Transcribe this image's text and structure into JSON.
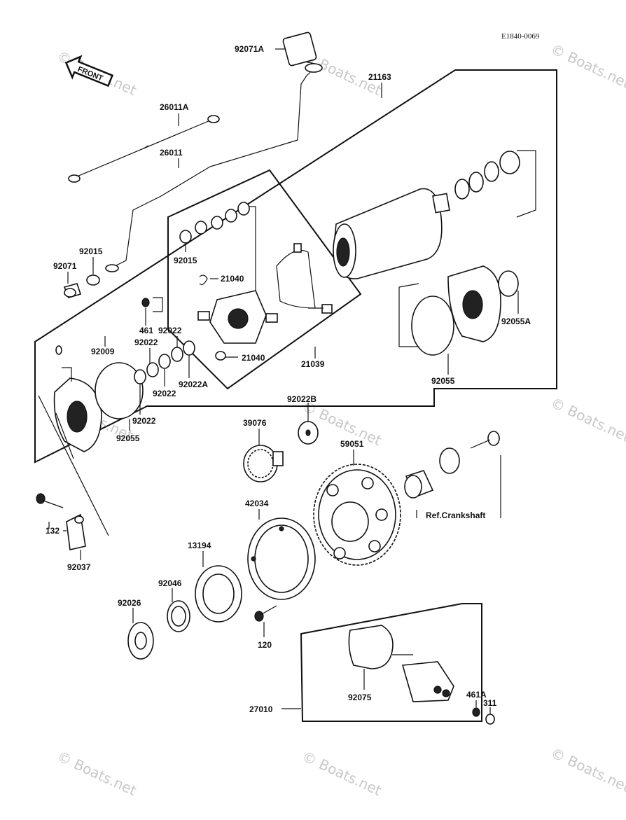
{
  "diagram_code": "E1840-0069",
  "front_arrow_label": "FRONT",
  "reference_label": "Ref.Crankshaft",
  "watermark_text": "© Boats.net",
  "colors": {
    "line": "#111111",
    "background": "#ffffff",
    "watermark": "#c8c8c8"
  },
  "parts": {
    "p92071A": "92071A",
    "p21163": "21163",
    "p26011A": "26011A",
    "p26011": "26011",
    "p92015a": "92015",
    "p92071": "92071",
    "p92015b": "92015",
    "p21040a": "21040",
    "p461": "461",
    "p92022a": "92022",
    "p92022b": "92022",
    "p92009": "92009",
    "p21040b": "21040",
    "p21039": "21039",
    "p92022c": "92022",
    "p92022A": "92022A",
    "p92022d": "92022",
    "p92055a": "92055",
    "p92055A": "92055A",
    "p92055b": "92055",
    "p92022B": "92022B",
    "p39076": "39076",
    "p59051": "59051",
    "p42034": "42034",
    "p132": "132",
    "p92037": "92037",
    "p13194": "13194",
    "p92046": "92046",
    "p92026": "92026",
    "p120": "120",
    "p92075": "92075",
    "p27010": "27010",
    "p461A": "461A",
    "p311": "311"
  }
}
